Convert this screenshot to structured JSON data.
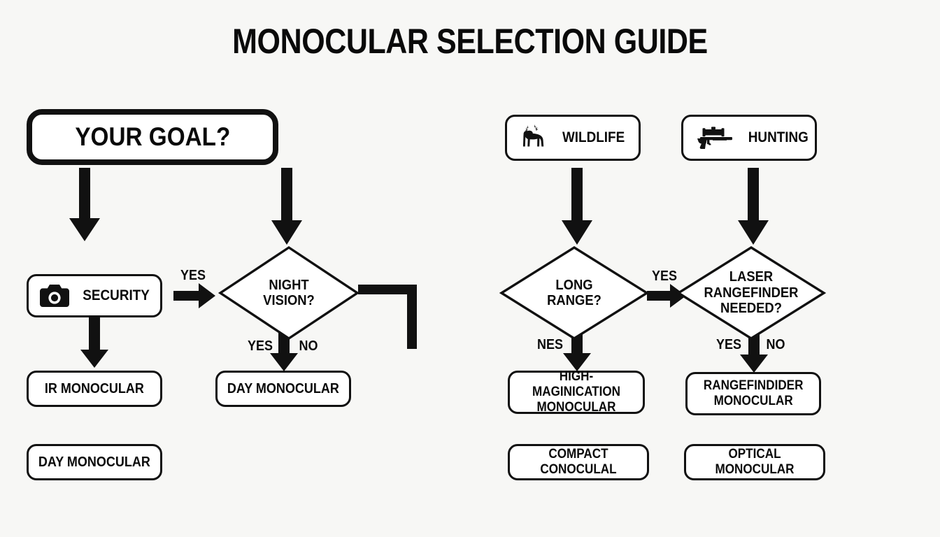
{
  "page": {
    "title": "MONOCULAR SELECTION GUIDE",
    "background_color": "#f7f7f5",
    "ink_color": "#111111",
    "node_fill_color": "#ffffff"
  },
  "start_node": {
    "label": "YOUR GOAL?"
  },
  "options": [
    {
      "id": "security",
      "label": "SECURITY",
      "icon": "camera-icon"
    },
    {
      "id": "wildlife",
      "label": "WILDLIFE",
      "icon": "deer-icon"
    },
    {
      "id": "hunting",
      "label": "HUNTING",
      "icon": "rifle-scope-icon"
    }
  ],
  "decisions": [
    {
      "id": "night-vision",
      "label": "NIGHT\nVISION?"
    },
    {
      "id": "long-range",
      "label": "LONG\nRANGE?"
    },
    {
      "id": "laser-rangefinder",
      "label": "LASER\nRANGEFINDER\nNEEDED?"
    }
  ],
  "results": [
    {
      "id": "ir-monocular",
      "label": "IR MONOCULAR"
    },
    {
      "id": "day-monocular-branch",
      "label": "DAY MONOCULAR"
    },
    {
      "id": "day-monocular-alt",
      "label": "DAY MONOCULAR"
    },
    {
      "id": "high-magnification",
      "label": "HIGH-MAGINICATION\nMONOCULAR"
    },
    {
      "id": "rangefinder-monocular",
      "label": "RANGEFINDIDER\nMONOCULAR"
    },
    {
      "id": "compact-conocular",
      "label": "COMPACT CONOCULAL"
    },
    {
      "id": "optical-monocular",
      "label": "OPTICAL MONOCULAR"
    }
  ],
  "edge_labels": {
    "security_to_night_vision": "YES",
    "night_vision_yes": "YES",
    "night_vision_no": "NO",
    "long_range_nes": "NES",
    "long_range_yes": "YES",
    "laser_yes": "YES",
    "laser_no": "NO"
  }
}
